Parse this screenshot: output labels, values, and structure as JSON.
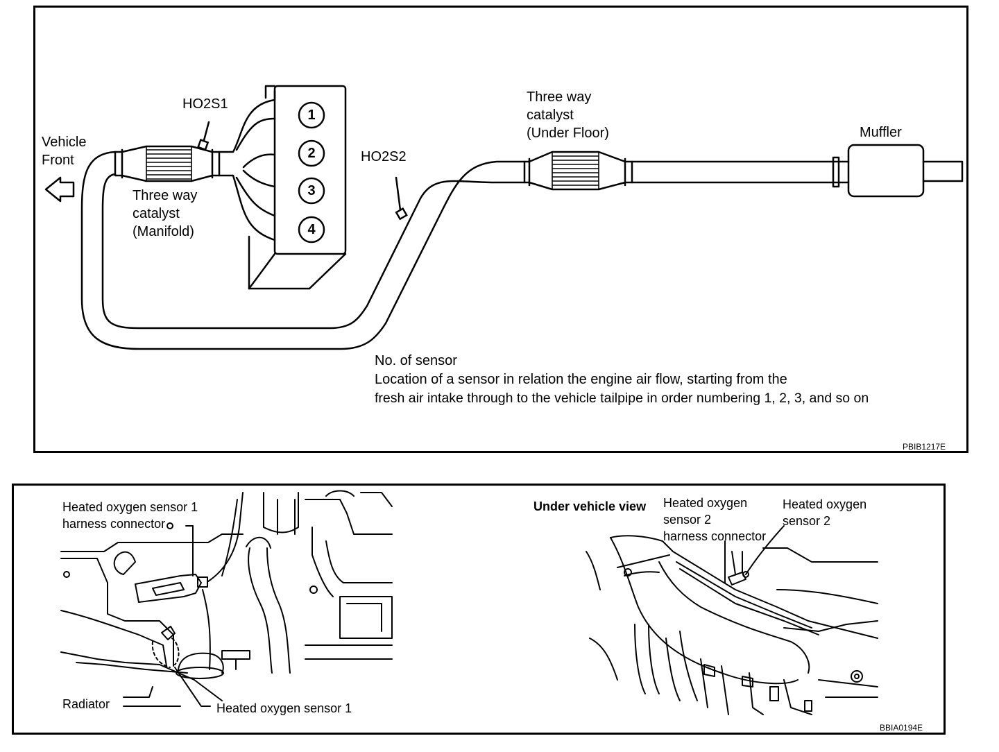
{
  "top": {
    "labels": {
      "vehicle_front": "Vehicle\nFront",
      "ho2s1": "HO2S1",
      "ho2s2": "HO2S2",
      "cat_manifold": "Three way\ncatalyst\n(Manifold)",
      "cat_underfloor": "Three way\ncatalyst\n(Under Floor)",
      "muffler": "Muffler"
    },
    "cylinders": [
      "1",
      "2",
      "3",
      "4"
    ],
    "note": {
      "title": "No. of sensor",
      "line1": "Location of a sensor in relation the engine air flow, starting from the",
      "line2": "fresh air intake through to the vehicle tailpipe in order numbering 1, 2, 3, and so on"
    },
    "code": "PBIB1217E"
  },
  "bottom": {
    "left": {
      "connector1": "Heated oxygen sensor 1\nharness connector",
      "radiator": "Radiator",
      "sensor1": "Heated oxygen sensor 1"
    },
    "right": {
      "view": "Under vehicle view",
      "connector2": "Heated oxygen\nsensor 2\nharness connector",
      "sensor2": "Heated oxygen\nsensor 2"
    },
    "code": "BBIA0194E"
  }
}
